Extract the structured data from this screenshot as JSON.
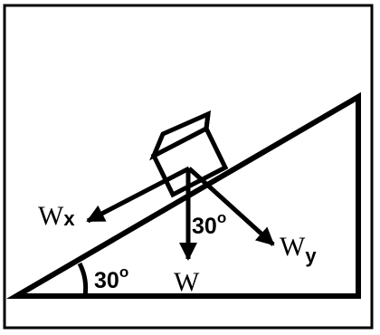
{
  "diagram": {
    "incline_angle": {
      "value": "30",
      "degree": "o"
    },
    "weight_angle": {
      "value": "30",
      "degree": "o"
    },
    "forces": {
      "w": "W",
      "wx_base": "W",
      "wx_sub": "x",
      "wy_base": "W",
      "wy_sub": "y"
    }
  }
}
